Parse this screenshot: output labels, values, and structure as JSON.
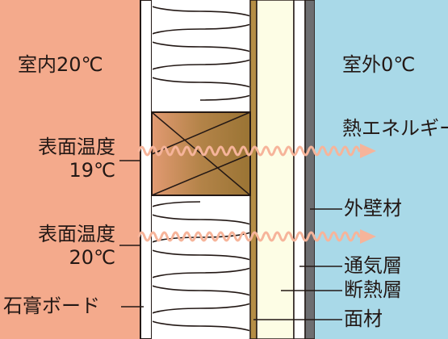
{
  "labels": {
    "indoor": "室内20℃",
    "outdoor": "室外0℃",
    "surface_temp_upper_title": "表面温度",
    "surface_temp_upper_value": "19℃",
    "surface_temp_lower_title": "表面温度",
    "surface_temp_lower_value": "20℃",
    "gypsum_board": "石膏ボード",
    "heat_energy": "熱エネルギー",
    "exterior_wall_material": "外壁材",
    "ventilation_layer": "通気層",
    "insulation_layer": "断熱層",
    "face_material": "面材"
  },
  "colors": {
    "indoor_bg": "#f4aa8c",
    "outdoor_bg": "#a9d9e8",
    "stud_wood": "#9a7434",
    "insulation_layer": "#fdfde5",
    "heat_arrow": "#f6b49a",
    "exterior_wall": "#6d6e71",
    "line": "#231815"
  }
}
